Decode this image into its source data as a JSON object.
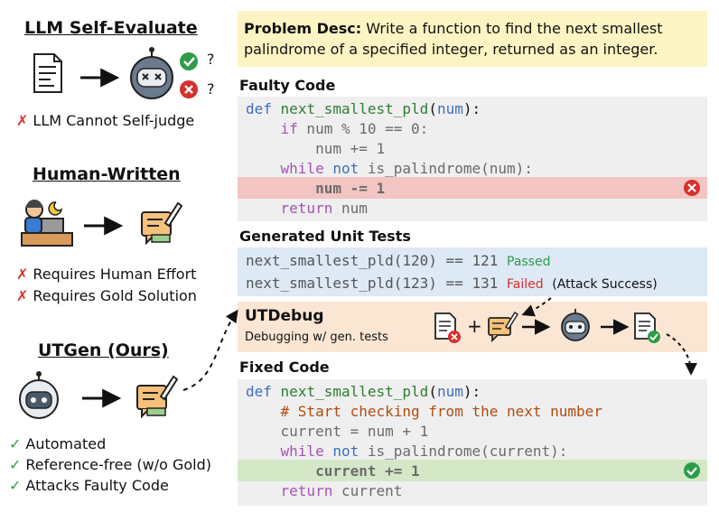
{
  "left": {
    "llm_title": "LLM Self-Evaluate",
    "llm_q1": "?",
    "llm_q2": "?",
    "llm_bullet": "LLM Cannot Self-judge",
    "human_title": "Human-Written",
    "human_bullet1": "Requires Human Effort",
    "human_bullet2": "Requires Gold Solution",
    "utgen_title": "UTGen (Ours)",
    "utgen_bullet1": "Automated",
    "utgen_bullet2": "Reference-free (w/o Gold)",
    "utgen_bullet3": "Attacks Faulty Code",
    "x_mark": "✗",
    "check_mark": "✓"
  },
  "problem": {
    "label": "Problem Desc:",
    "line1": " Write a function to find the next smallest",
    "line2": "palindrome of a specified integer, returned as an integer."
  },
  "faulty": {
    "heading": "Faulty Code",
    "l1_kw": "def",
    "l1_fn": "next_smallest_pld",
    "l1_arg": "num",
    "l2_kw": "if",
    "l2_rest": " num % 10 == 0:",
    "l3": "num += 1",
    "l4_kw1": "while",
    "l4_kw2": "not",
    "l4_rest": " is_palindrome(num):",
    "l5": "num -= 1",
    "l6_kw": "return",
    "l6_rest": " num"
  },
  "tests": {
    "heading": "Generated Unit Tests",
    "t1": "next_smallest_pld(120) == 121",
    "t1_status": "Passed",
    "t2": "next_smallest_pld(123) == 131",
    "t2_status": "Failed",
    "t2_note": "(Attack Success)"
  },
  "utdebug": {
    "title": "UTDebug",
    "subtitle": "Debugging w/ gen. tests",
    "plus": "+"
  },
  "fixed": {
    "heading": "Fixed Code",
    "l1_kw": "def",
    "l1_fn": "next_smallest_pld",
    "l1_arg": "num",
    "l2": "# Start checking from the next number",
    "l3": "current = num + 1",
    "l4_kw1": "while",
    "l4_kw2": "not",
    "l4_rest": " is_palindrome(current):",
    "l5": "current += 1",
    "l6_kw": "return",
    "l6_rest": " current"
  },
  "colors": {
    "problem_bg": "#fdf4c4",
    "code_bg": "#efefef",
    "bad_line": "#f2c4c2",
    "good_line": "#d4e8c8",
    "tests_bg": "#dde9f5",
    "utdebug_bg": "#fbe6d4",
    "pass": "#2e9d48",
    "fail": "#d6312b"
  }
}
